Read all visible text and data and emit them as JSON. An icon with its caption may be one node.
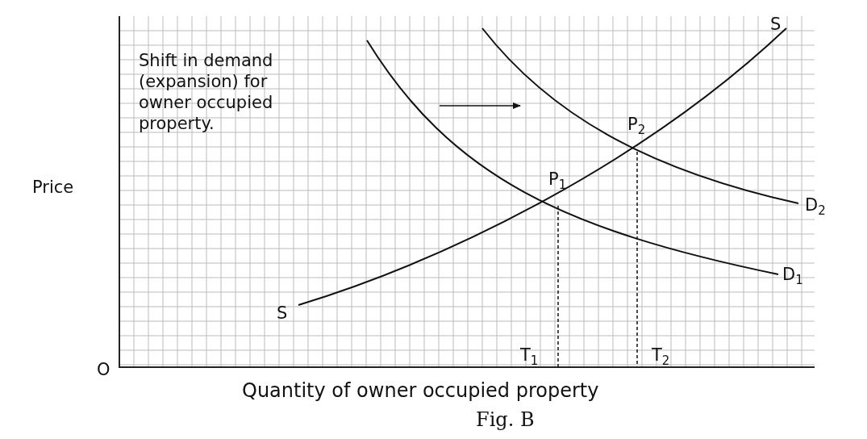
{
  "diagram": {
    "caption": "Fig. B",
    "labels": [
      "S",
      "Shift in demand (expansion) for owner occupied property.",
      "P$_{2}$",
      "Price",
      "P$_{1}$",
      "D$_{2}$",
      "D$_{1}$",
      "S",
      "T$_{1}$",
      "T$_{2}$",
      "O",
      "Quantity of owner occupied property"
    ]
  }
}
